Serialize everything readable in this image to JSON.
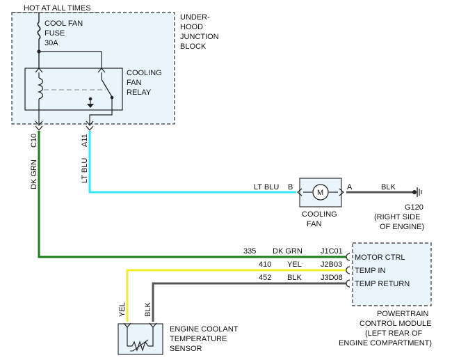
{
  "colors": {
    "dk_grn": "#1e7d1e",
    "lt_blu": "#39e6f5",
    "yel": "#f2ec2a",
    "blk": "#555555",
    "module_fill": "#eaf4fb"
  },
  "power": {
    "label": "HOT AT ALL TIMES"
  },
  "junction_block": {
    "name_lines": [
      "UNDER-",
      "HOOD",
      "JUNCTION",
      "BLOCK"
    ],
    "fuse_lines": [
      "COOL FAN",
      "FUSE",
      "30A"
    ],
    "relay_lines": [
      "COOLING",
      "FAN",
      "RELAY"
    ],
    "pin_c10": "C10",
    "pin_a11": "A11"
  },
  "wires": {
    "dk_grn_label": "DK GRN",
    "lt_blu_label": "LT BLU",
    "lt_blu_label_2": "LT BLU",
    "blk_label": "BLK",
    "yel_label": "YEL",
    "blk_label_2": "BLK"
  },
  "fan": {
    "pin_b": "B",
    "pin_a": "A",
    "motor": "M",
    "name_lines": [
      "COOLING",
      "FAN"
    ]
  },
  "ground": {
    "name": "G120",
    "location_lines": [
      "(RIGHT SIDE",
      "OF ENGINE)"
    ]
  },
  "pcm": {
    "circuits": [
      {
        "num": "335",
        "color": "DK GRN",
        "pin": "J1C01",
        "name": "MOTOR CTRL"
      },
      {
        "num": "410",
        "color": "YEL",
        "pin": "J2B03",
        "name": "TEMP IN"
      },
      {
        "num": "452",
        "color": "BLK",
        "pin": "J3D08",
        "name": "TEMP RETURN"
      }
    ],
    "name_lines": [
      "POWERTRAIN",
      "CONTROL MODULE",
      "(LEFT REAR OF",
      "ENGINE COMPARTMENT)"
    ]
  },
  "sensor": {
    "name_lines": [
      "ENGINE COOLANT",
      "TEMPERATURE",
      "SENSOR"
    ]
  }
}
